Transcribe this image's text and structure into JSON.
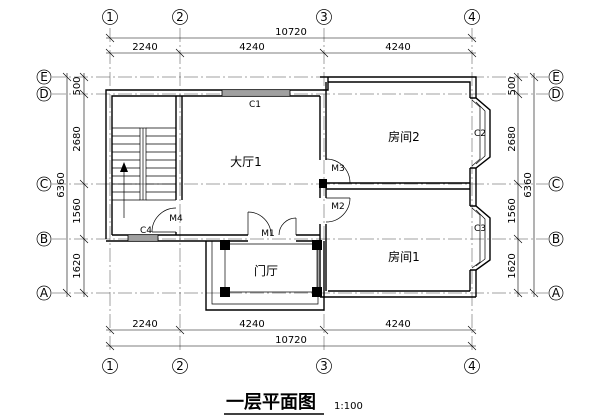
{
  "grid_axes": {
    "columns": [
      "1",
      "2",
      "3",
      "4"
    ],
    "rows": [
      "E",
      "D",
      "C",
      "B",
      "A"
    ]
  },
  "dimensions": {
    "top_total": "10720",
    "top_segments": [
      "2240",
      "4240",
      "4240"
    ],
    "bottom_segments": [
      "2240",
      "4240",
      "4240"
    ],
    "bottom_total": "10720",
    "left_segments": [
      "500",
      "2680",
      "1560",
      "1620"
    ],
    "left_total": "6360",
    "right_segments": [
      "500",
      "2680",
      "1560",
      "1620"
    ],
    "right_total": "6360"
  },
  "rooms": {
    "hall": "大厅1",
    "room2": "房间2",
    "room1": "房间1",
    "porch": "门厅"
  },
  "openings": {
    "c1": "C1",
    "c2": "C2",
    "c3": "C3",
    "c4": "C4",
    "m1": "M1",
    "m2": "M2",
    "m3": "M3",
    "m4": "M4"
  },
  "title": "一层平面图",
  "scale": "1:100"
}
